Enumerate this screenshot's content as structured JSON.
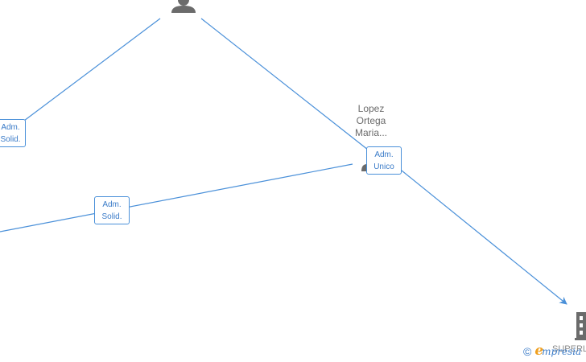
{
  "diagram": {
    "edges": [
      {
        "label": [
          "Adm.",
          "Solid."
        ]
      },
      {
        "label": [
          "Adm.",
          "Unico"
        ]
      },
      {
        "label": [
          "Adm.",
          "Solid."
        ]
      }
    ],
    "nodes": {
      "person_top": {
        "name": ""
      },
      "person_right": {
        "name": [
          "Lopez",
          "Ortega",
          "Maria..."
        ]
      },
      "company": {
        "name": "SUPERL"
      }
    }
  },
  "watermark": {
    "copyright": "©",
    "brand_e": "e",
    "brand_rest": "mpresia"
  },
  "colors": {
    "edge": "#4a90d9",
    "node_icon": "#6b6b6b",
    "accent": "#3a7bc8",
    "brand_orange": "#f0a020"
  }
}
